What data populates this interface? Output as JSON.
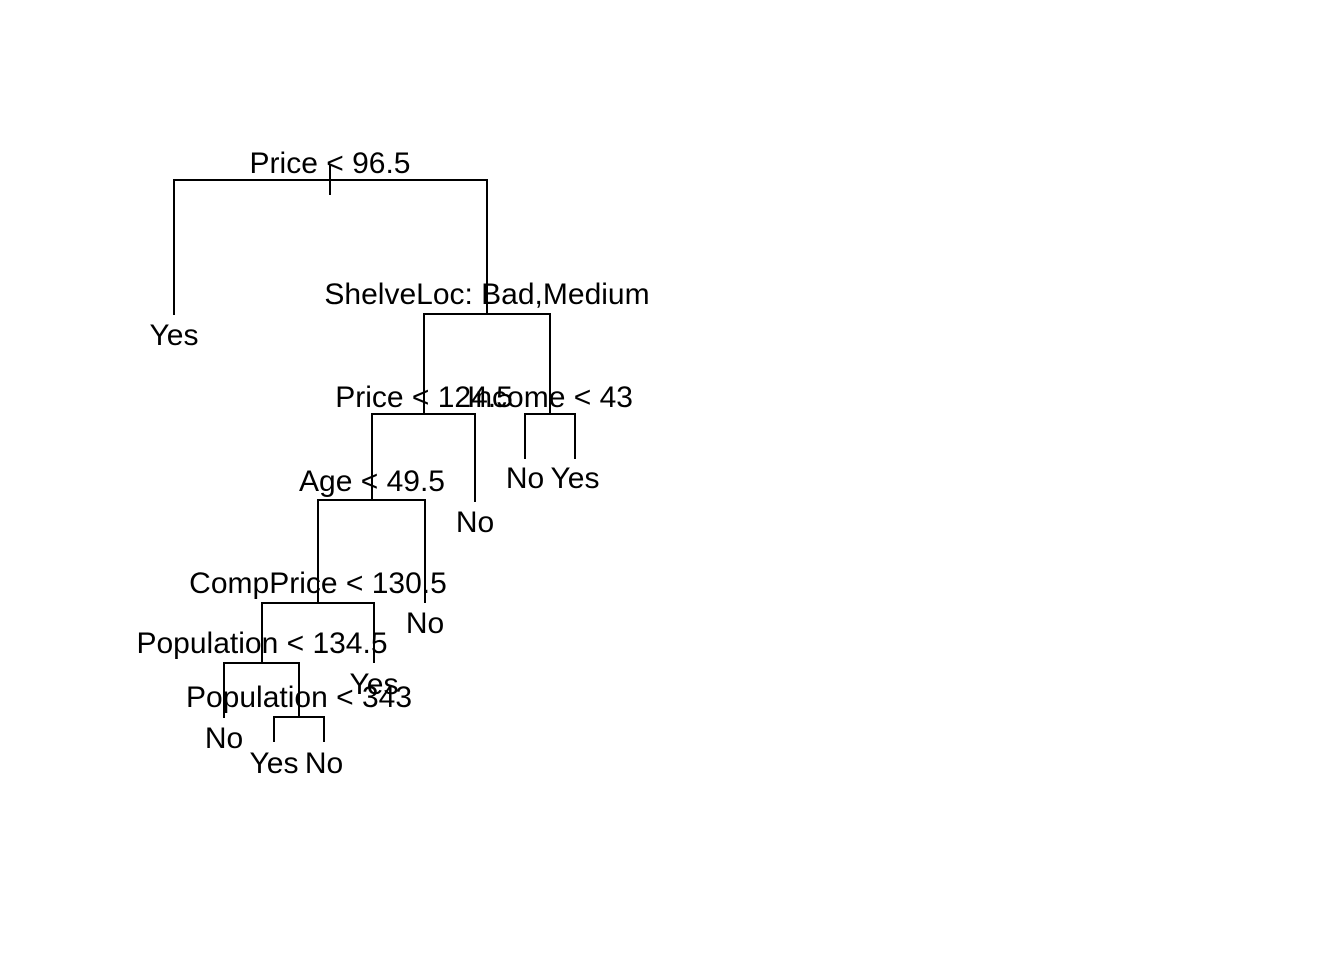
{
  "diagram": {
    "type": "decision-tree",
    "nodes": [
      {
        "id": "n1",
        "kind": "split",
        "label": "Price < 96.5",
        "children": [
          "n2",
          "n3"
        ]
      },
      {
        "id": "n2",
        "kind": "leaf",
        "label": "Yes"
      },
      {
        "id": "n3",
        "kind": "split",
        "label": "ShelveLoc: Bad,Medium",
        "children": [
          "n4",
          "n5"
        ]
      },
      {
        "id": "n4",
        "kind": "split",
        "label": "Price < 124.5",
        "children": [
          "n6",
          "n7"
        ]
      },
      {
        "id": "n5",
        "kind": "split",
        "label": "Income < 43",
        "children": [
          "n8",
          "n9"
        ]
      },
      {
        "id": "n6",
        "kind": "split",
        "label": "Age < 49.5",
        "children": [
          "n10",
          "n11"
        ]
      },
      {
        "id": "n7",
        "kind": "leaf",
        "label": "No"
      },
      {
        "id": "n8",
        "kind": "leaf",
        "label": "No"
      },
      {
        "id": "n9",
        "kind": "leaf",
        "label": "Yes"
      },
      {
        "id": "n10",
        "kind": "split",
        "label": "CompPrice < 130.5",
        "children": [
          "n12",
          "n13"
        ]
      },
      {
        "id": "n11",
        "kind": "leaf",
        "label": "No"
      },
      {
        "id": "n12",
        "kind": "split",
        "label": "Population < 134.5",
        "children": [
          "n14",
          "n15"
        ]
      },
      {
        "id": "n13",
        "kind": "leaf",
        "label": "Yes"
      },
      {
        "id": "n14",
        "kind": "leaf",
        "label": "No"
      },
      {
        "id": "n15",
        "kind": "split",
        "label": "Population < 343",
        "children": [
          "n16",
          "n17"
        ]
      },
      {
        "id": "n16",
        "kind": "leaf",
        "label": "Yes"
      },
      {
        "id": "n17",
        "kind": "leaf",
        "label": "No"
      }
    ]
  }
}
